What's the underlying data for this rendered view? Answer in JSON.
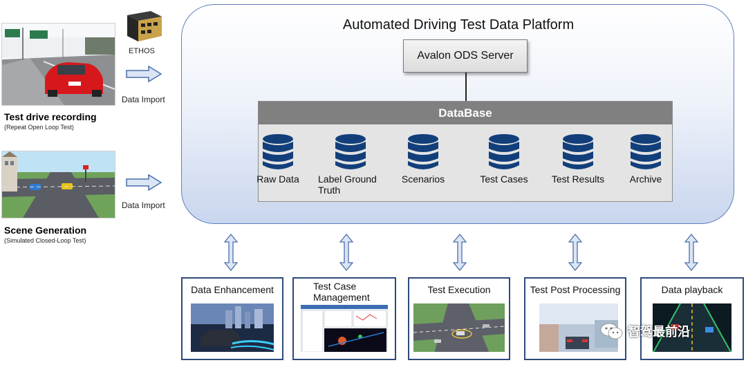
{
  "left": {
    "ethos_label": "ETHOS",
    "import_label_1": "Data Import",
    "import_label_2": "Data Import",
    "recording_title": "Test drive recording",
    "recording_sub": "(Repeat Open Loop Test)",
    "scene_title": "Scene Generation",
    "scene_sub": "(Simulated Closed-Loop Test)"
  },
  "platform": {
    "title": "Automated Driving Test Data Platform",
    "server": "Avalon ODS Server",
    "database": {
      "title": "DataBase",
      "items": [
        {
          "label": "Raw Data"
        },
        {
          "label": "Label Ground Truth"
        },
        {
          "label": "Scenarios"
        },
        {
          "label": "Test Cases"
        },
        {
          "label": "Test Results"
        },
        {
          "label": "Archive"
        }
      ]
    }
  },
  "modules": [
    {
      "title": "Data Enhancement"
    },
    {
      "title": "Test Case Management"
    },
    {
      "title": "Test Execution"
    },
    {
      "title": "Test Post Processing"
    },
    {
      "title": "Data playback"
    }
  ],
  "watermark": "智驾最前沿",
  "colors": {
    "platform_border": "#5b7fbe",
    "db_header": "#808080",
    "cylinder": "#123f7a",
    "module_border": "#2e4a7a",
    "arrow_fill": "#dbe5f5",
    "arrow_stroke": "#4a6fa8"
  }
}
